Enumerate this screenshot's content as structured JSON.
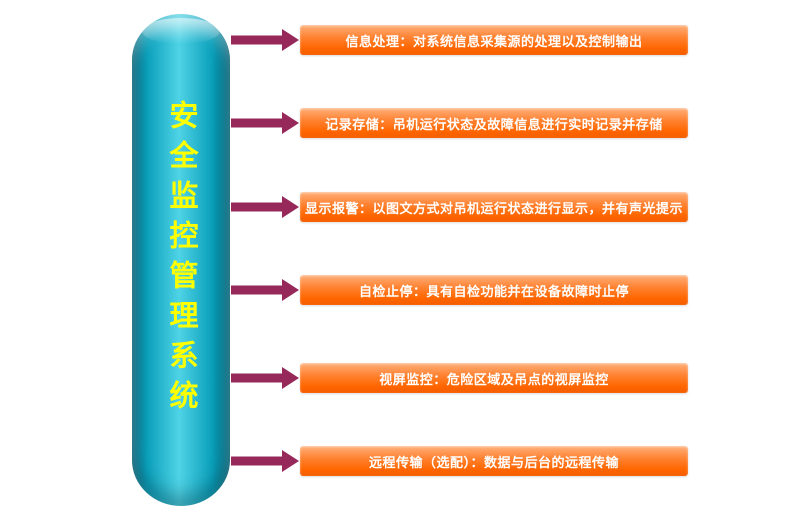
{
  "cylinder": {
    "title": "安全监控管理系统",
    "text_color": "#ffff00",
    "body_color": "#0a9fba"
  },
  "arrow_color": "#96295a",
  "box_color_top": "#ffb07a",
  "box_color_bottom": "#ff6600",
  "rows": [
    {
      "label": "信息处理：对系统信息采集源的处理以及控制输出"
    },
    {
      "label": "记录存储：吊机运行状态及故障信息进行实时记录并存储"
    },
    {
      "label": "显示报警：以图文方式对吊机运行状态进行显示，并有声光提示"
    },
    {
      "label": "自检止停：具有自检功能并在设备故障时止停"
    },
    {
      "label": "视屏监控：危险区域及吊点的视屏监控"
    },
    {
      "label": "远程传输（选配）：数据与后台的远程传输"
    }
  ]
}
